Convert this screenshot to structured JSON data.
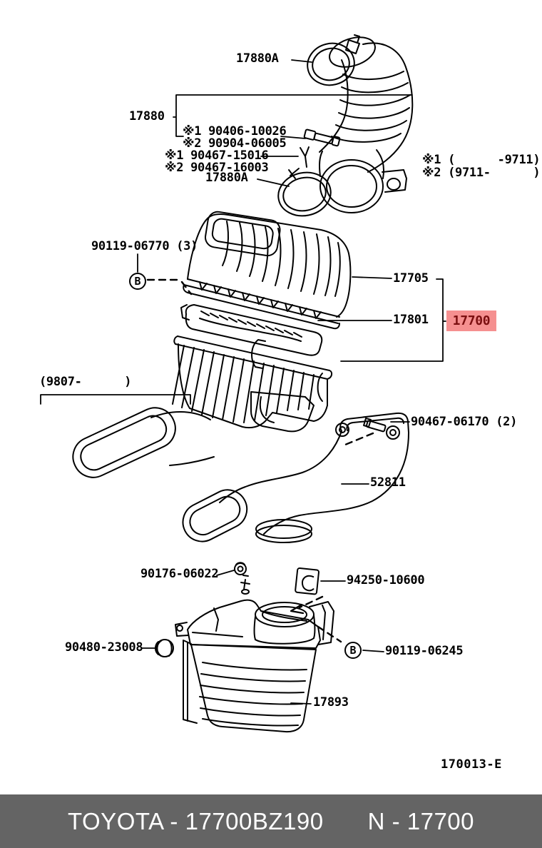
{
  "diagram": {
    "highlight": {
      "part_number": "17700",
      "background_color": "#f59090",
      "text_color": "#7b0f10"
    },
    "notes": {
      "note1": "※1 (      -9711)",
      "note2": "※2 (9711-      )",
      "date_range": "(9807-      )"
    },
    "bolt_markers": {
      "top": "B",
      "bottom": "B"
    },
    "labels": {
      "hose_clamp_top": "17880A",
      "hose_assembly": "17880",
      "hose_sub_1": "※1 90406-10026",
      "hose_sub_2": "※2 90904-06005",
      "hose_sub_3": "※1 90467-15016",
      "hose_sub_4": "※2 90467-16003",
      "hose_clamp_lower": "17880A",
      "bolt_top": "90119-06770 (3)",
      "cap": "17705",
      "element": "17801",
      "screw": "90467-06170 (2)",
      "inlet_duct": "52811",
      "nut": "90176-06022",
      "clamp": "94250-10600",
      "grommet": "90480-23008",
      "bolt_bottom": "90119-06245",
      "resonator": "17893"
    },
    "figure_code": "170013-E"
  },
  "footer": {
    "left": "TOYOTA - 17700BZ190",
    "right": "N - 17700",
    "background_color": "#646464",
    "text_color": "#ffffff"
  }
}
